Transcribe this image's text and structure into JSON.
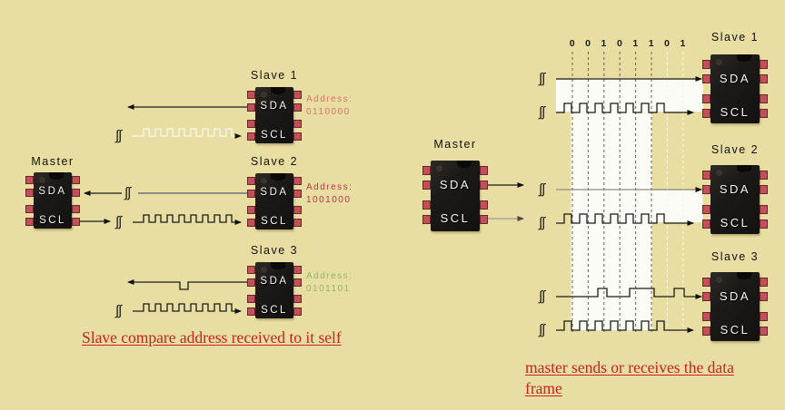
{
  "labels": {
    "master": "Master",
    "sda": "SDA",
    "scl": "SCL"
  },
  "left_panel": {
    "slaves": [
      {
        "label": "Slave 1",
        "address_label": "Address:",
        "address_value": "0110000",
        "address_color": "#e0716b"
      },
      {
        "label": "Slave 2",
        "address_label": "Address:",
        "address_value": "1001000",
        "address_color": "#b2394a"
      },
      {
        "label": "Slave 3",
        "address_label": "Address:",
        "address_value": "0101101",
        "address_color": "#8cb968"
      }
    ],
    "caption": "Slave compare address received to it self"
  },
  "right_panel": {
    "slaves": [
      {
        "label": "Slave 1"
      },
      {
        "label": "Slave 2"
      },
      {
        "label": "Slave 3"
      }
    ],
    "bits": [
      "0",
      "0",
      "1",
      "0",
      "1",
      "1",
      "0",
      "1"
    ],
    "caption": "master sends or receives the data frame"
  },
  "icons": {
    "wire_break": "∫∫"
  },
  "colors": {
    "background": "#e9dea2",
    "highlight_band": "#fcfcf6",
    "chip_body": "#1c1a17",
    "chip_pin": "#c25058",
    "caption_red": "#c9211f",
    "address_slave1": "#e0716b",
    "address_slave2": "#b2394a",
    "address_slave3": "#8cb968",
    "wire_black": "#1a1a1a",
    "wire_gray": "#8d8d85",
    "clock_white": "#f7f7ee"
  }
}
